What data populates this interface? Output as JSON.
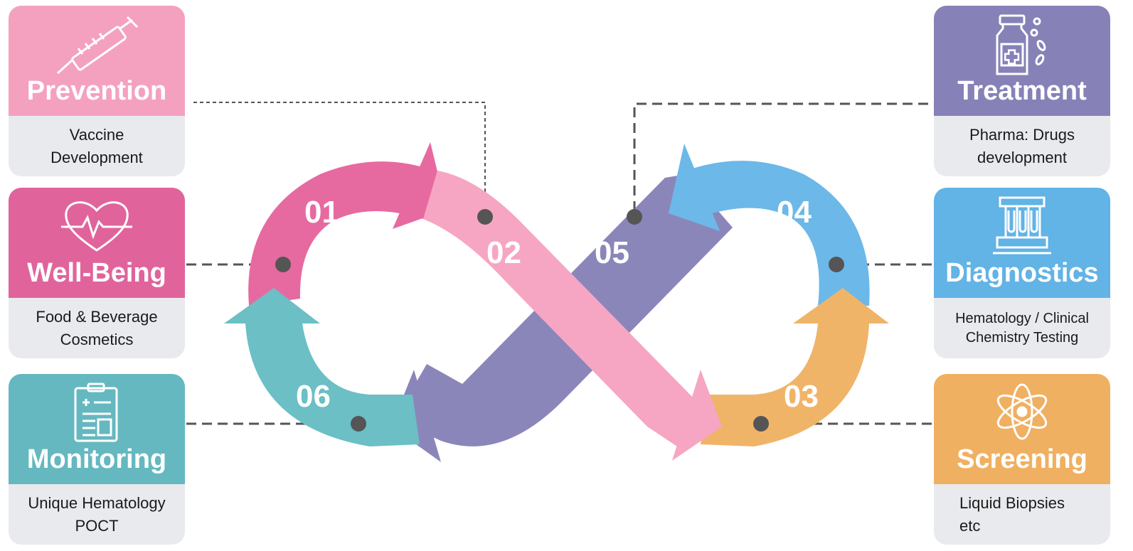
{
  "cards": [
    {
      "id": "prevention",
      "title": "Prevention",
      "desc": [
        "Vaccine",
        "Development"
      ],
      "color": "#f4a1bf",
      "icon": "syringe-icon",
      "step": "02"
    },
    {
      "id": "wellbeing",
      "title": "Well-Being",
      "desc": [
        "Food & Beverage",
        "Cosmetics"
      ],
      "color": "#e0649b",
      "icon": "heart-pulse-icon",
      "step": "01"
    },
    {
      "id": "monitoring",
      "title": "Monitoring",
      "desc": [
        "Unique Hematology",
        "POCT"
      ],
      "color": "#65b8c0",
      "icon": "clipboard-icon",
      "step": "06"
    },
    {
      "id": "treatment",
      "title": "Treatment",
      "desc": [
        "Pharma: Drugs",
        "development"
      ],
      "color": "#8682b8",
      "icon": "medicine-bottle-icon",
      "step": "05"
    },
    {
      "id": "diagnostics",
      "title": "Diagnostics",
      "desc": [
        "Hematology / Clinical",
        "Chemistry Testing"
      ],
      "color": "#62b3e6",
      "icon": "test-tubes-icon",
      "step": "04"
    },
    {
      "id": "screening",
      "title": "Screening",
      "desc": [
        "Liquid Biopsies",
        "etc"
      ],
      "color": "#f0b061",
      "icon": "atom-icon",
      "step": "03"
    }
  ],
  "steps": {
    "s01": "01",
    "s02": "02",
    "s03": "03",
    "s04": "04",
    "s05": "05",
    "s06": "06"
  },
  "colors": {
    "pink_dark": "#e66aa0",
    "pink_light": "#f6a6c2",
    "purple": "#8a86ba",
    "blue": "#6bb8e9",
    "orange": "#f0b469",
    "teal": "#6bbfc5",
    "connector": "#555555"
  }
}
